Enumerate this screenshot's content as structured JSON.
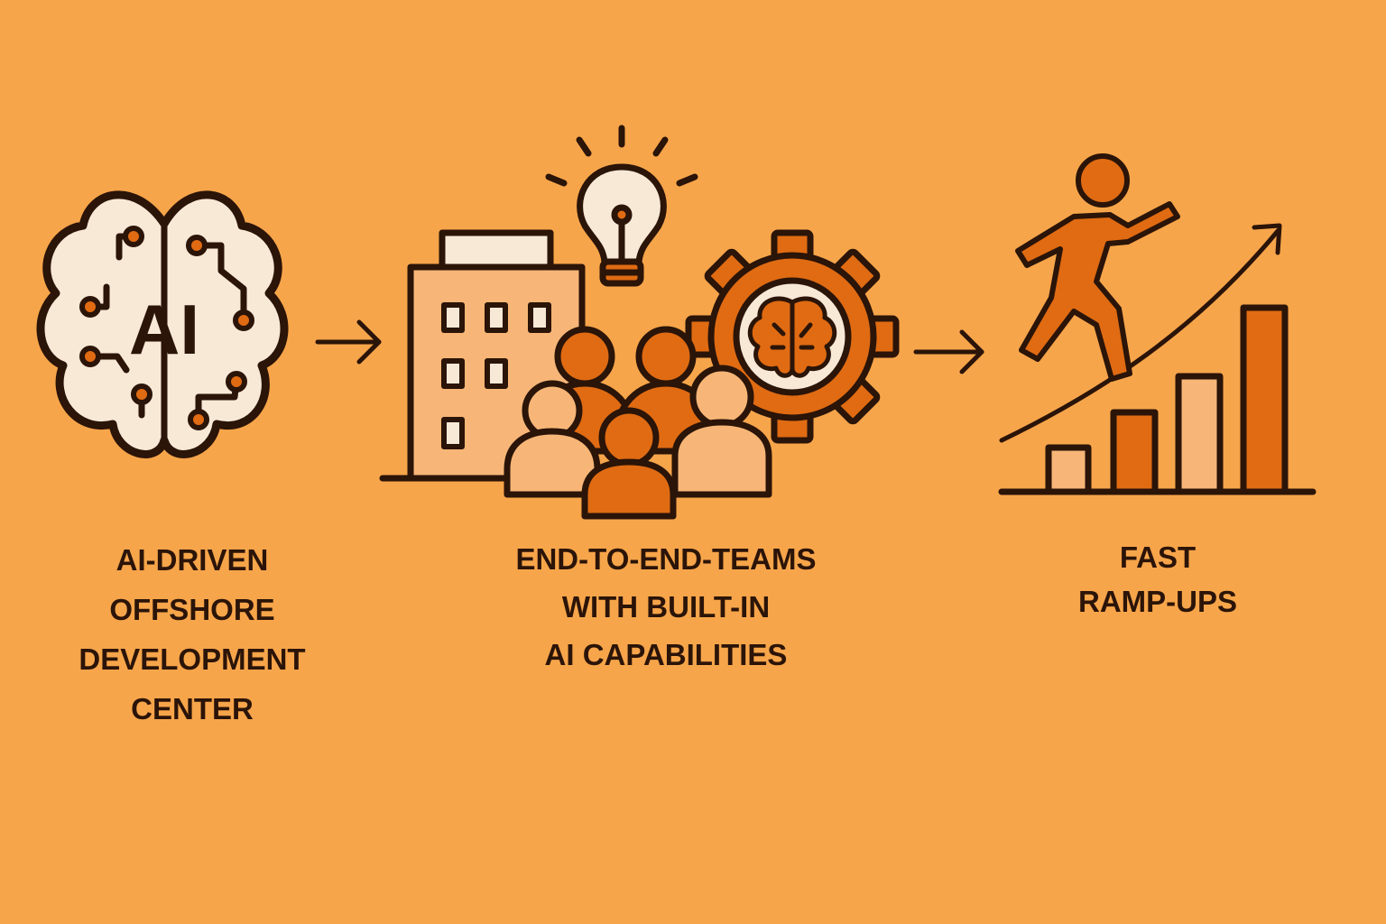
{
  "steps": [
    {
      "icon": "ai-brain-icon",
      "icon_text": "AI",
      "caption_lines": [
        "AI-DRIVEN",
        "OFFSHORE",
        "DEVELOPMENT",
        "CENTER"
      ]
    },
    {
      "icon": "team-building-gear-icon",
      "caption_lines": [
        "END-TO-END-TEAMS",
        "WITH BUILT-IN",
        "AI CAPABILITIES"
      ]
    },
    {
      "icon": "growth-runner-icon",
      "caption_lines": [
        "FAST",
        "RAMP-UPS"
      ]
    }
  ],
  "connectors": [
    "arrow-right-icon",
    "arrow-right-icon"
  ],
  "colors": {
    "background": "#F7A54A",
    "outline": "#2B1408",
    "cream": "#F8E9D6",
    "accent": "#E06B12",
    "light_orange": "#F7B677"
  }
}
